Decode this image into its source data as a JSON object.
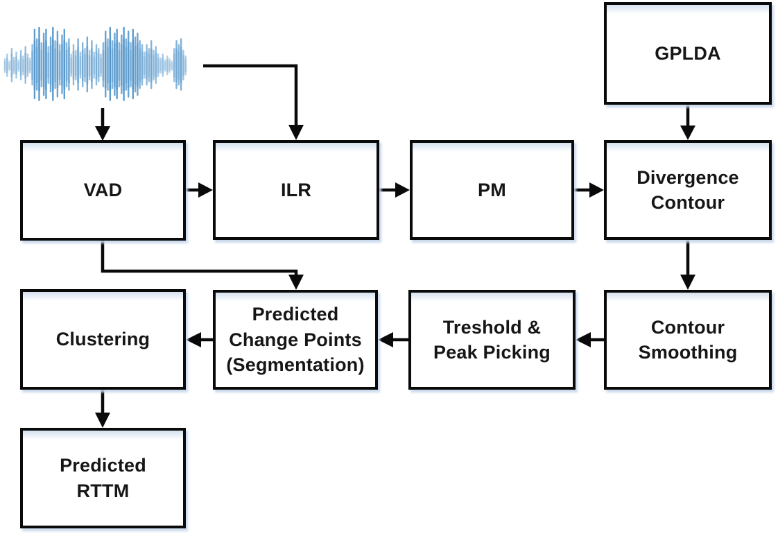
{
  "diagram": {
    "boxes": {
      "vad": {
        "lines": [
          "VAD"
        ]
      },
      "ilr": {
        "lines": [
          "ILR"
        ]
      },
      "pm": {
        "lines": [
          "PM"
        ]
      },
      "divergence": {
        "lines": [
          "Divergence",
          "Contour"
        ]
      },
      "gplda": {
        "lines": [
          "GPLDA"
        ]
      },
      "contour": {
        "lines": [
          "Contour",
          "Smoothing"
        ]
      },
      "treshold": {
        "lines": [
          "Treshold &",
          "Peak Picking"
        ]
      },
      "segmentation": {
        "lines": [
          "Predicted",
          "Change Points",
          "(Segmentation)"
        ]
      },
      "clustering": {
        "lines": [
          "Clustering"
        ]
      },
      "rttm": {
        "lines": [
          "Predicted",
          "RTTM"
        ]
      }
    },
    "edges": [
      {
        "from": "audio-waveform",
        "to": "VAD"
      },
      {
        "from": "audio-waveform",
        "to": "ILR"
      },
      {
        "from": "VAD",
        "to": "ILR"
      },
      {
        "from": "ILR",
        "to": "PM"
      },
      {
        "from": "PM",
        "to": "Divergence Contour"
      },
      {
        "from": "GPLDA",
        "to": "Divergence Contour"
      },
      {
        "from": "Divergence Contour",
        "to": "Contour Smoothing"
      },
      {
        "from": "Contour Smoothing",
        "to": "Treshold & Peak Picking"
      },
      {
        "from": "Treshold & Peak Picking",
        "to": "Predicted Change Points (Segmentation)"
      },
      {
        "from": "VAD",
        "to": "Predicted Change Points (Segmentation)"
      },
      {
        "from": "Predicted Change Points (Segmentation)",
        "to": "Clustering"
      },
      {
        "from": "Clustering",
        "to": "Predicted RTTM"
      }
    ],
    "colors": {
      "line": "#0a0a0a",
      "text": "#161616",
      "box_shadow": "#c5d6eb",
      "waveform_blue": "#4a90c8"
    },
    "waveform": {
      "amplitudes": [
        0.18,
        0.3,
        0.12,
        0.45,
        0.22,
        0.35,
        0.15,
        0.4,
        0.25,
        0.5,
        0.3,
        0.2,
        0.55,
        0.95,
        0.7,
        1.0,
        0.6,
        0.85,
        0.95,
        0.5,
        0.75,
        1.0,
        0.65,
        0.9,
        0.55,
        0.8,
        0.95,
        0.6,
        0.7,
        0.3,
        0.55,
        0.4,
        0.7,
        0.35,
        0.6,
        0.45,
        0.75,
        0.4,
        0.65,
        0.35,
        0.55,
        0.45,
        0.3,
        0.6,
        0.9,
        0.7,
        1.0,
        0.65,
        0.85,
        0.95,
        0.6,
        0.8,
        1.0,
        0.7,
        0.9,
        0.6,
        0.95,
        0.75,
        0.85,
        0.65,
        0.55,
        0.35,
        0.55,
        0.45,
        0.65,
        0.4,
        0.5,
        0.3,
        0.2,
        0.3,
        0.15,
        0.25,
        0.18,
        0.12,
        0.45,
        0.65,
        0.55,
        0.7,
        0.4,
        0.25
      ]
    }
  }
}
